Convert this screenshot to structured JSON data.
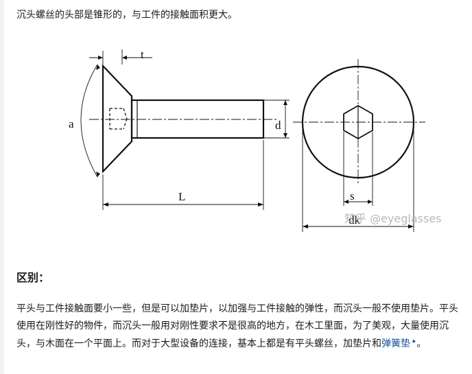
{
  "intro": {
    "text": "沉头螺丝的头部是锥形的，与工件的接触面积更大。"
  },
  "figure": {
    "labels": {
      "t": "t",
      "a": "a",
      "d": "d",
      "L": "L",
      "s": "s",
      "dk": "dk"
    },
    "watermark": "知乎 @eyeglasses"
  },
  "section": {
    "heading": "区别：",
    "paragraph_main": "平头与工件接触面要小一些，但是可以加垫片，以加强与工件接触的弹性，而沉头一般不使用垫片。平头使用在刚性好的物件，而沉头一般用对刚性要求不是很高的地方，在木工里面，为了美观，大量使用沉 头，与木面在一个平面上。而对于大型设备的连接，基本上都是有平头螺丝，加垫片和",
    "link_text": "弹簧垫",
    "link_mark": "✦",
    "paragraph_end": "。"
  }
}
